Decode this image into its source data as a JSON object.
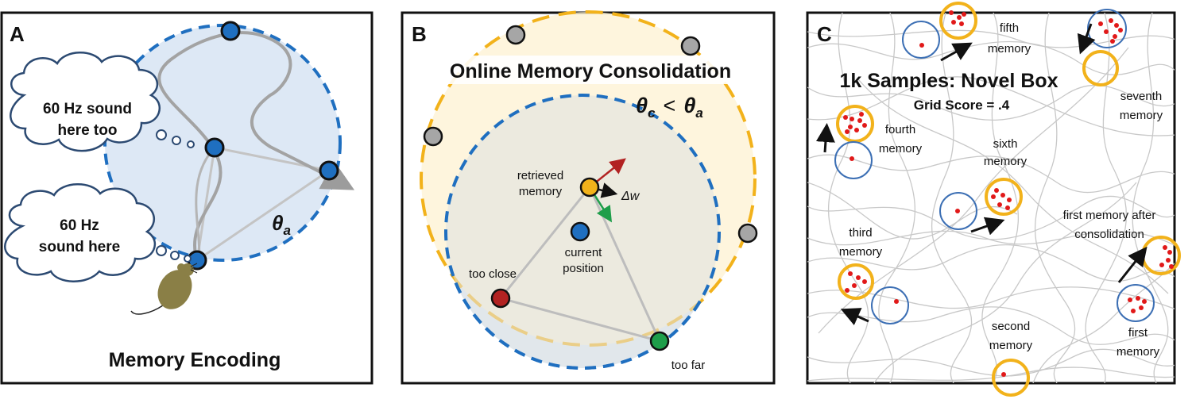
{
  "panel_a": {
    "letter": "A",
    "bubble_top_line1": "60 Hz sound",
    "bubble_top_line2": "here too",
    "bubble_bottom_line1": "60 Hz",
    "bubble_bottom_line2": "sound here",
    "theta_a": "θ",
    "theta_a_sub": "a",
    "caption": "Memory Encoding"
  },
  "panel_b": {
    "letter": "B",
    "title": "Online Memory Consolidation",
    "theta_c": "θ",
    "theta_c_sub": "c",
    "less_than": "<",
    "theta_a": "θ",
    "theta_a_sub": "a",
    "retrieved_line1": "retrieved",
    "retrieved_line2": "memory",
    "delta_w": "Δw",
    "current_line1": "current",
    "current_line2": "position",
    "too_close": "too close",
    "too_far": "too far"
  },
  "panel_c": {
    "letter": "C",
    "title": "1k Samples: Novel Box",
    "grid_score": "Grid Score = .4",
    "fifth_line1": "fifth",
    "fifth_line2": "memory",
    "seventh_line1": "seventh",
    "seventh_line2": "memory",
    "fourth_line1": "fourth",
    "fourth_line2": "memory",
    "sixth_line1": "sixth",
    "sixth_line2": "memory",
    "first_after_line1": "first memory after",
    "first_after_line2": "consolidation",
    "third_line1": "third",
    "third_line2": "memory",
    "second_line1": "second",
    "second_line2": "memory",
    "first_line1": "first",
    "first_line2": "memory"
  },
  "colors": {
    "blue_node": "#1f6fc0",
    "blue_dash": "#1f6fc0",
    "gold": "#f2b21b",
    "red_node": "#b22222",
    "green_node": "#1e9e4a",
    "gray_node": "#a6a6a6",
    "mouse": "#8a7f46"
  }
}
